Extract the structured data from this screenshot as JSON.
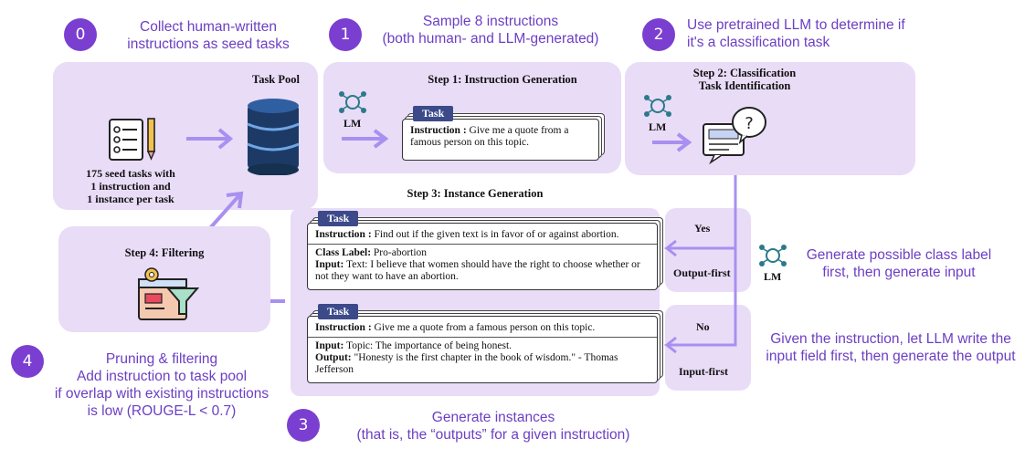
{
  "steps": {
    "s0": {
      "num": "0",
      "caption_l1": "Collect human-written",
      "caption_l2": "instructions as seed tasks"
    },
    "s1": {
      "num": "1",
      "caption_l1": "Sample 8 instructions",
      "caption_l2": "(both human- and LLM-generated)"
    },
    "s2": {
      "num": "2",
      "caption_l1": "Use pretrained LLM to determine if",
      "caption_l2": "it's a classification task"
    },
    "s3": {
      "num": "3",
      "caption_l1": "Generate instances",
      "caption_l2": "(that is, the “outputs” for a given instruction)"
    },
    "s4": {
      "num": "4",
      "caption_l1": "Pruning & filtering",
      "caption_l2": "Add instruction to task pool",
      "caption_l3": "if overlap with existing instructions",
      "caption_l4": "is low (ROUGE-L < 0.7)"
    }
  },
  "task_pool": {
    "title": "Task Pool",
    "seed_l1": "175 seed tasks with",
    "seed_l2": "1 instruction and",
    "seed_l3": "1 instance per task"
  },
  "instruction_generation": {
    "title": "Step 1: Instruction Generation",
    "lm": "LM",
    "tag": "Task",
    "instruction_label": "Instruction :",
    "instruction_text": " Give me a quote from a famous person on this topic."
  },
  "classification": {
    "title_l1": "Step 2: Classification",
    "title_l2": "Task Identification",
    "lm": "LM"
  },
  "instance_generation": {
    "title": "Step 3: Instance Generation",
    "card1": {
      "tag": "Task",
      "instruction_label": "Instruction :",
      "instruction_text": " Find out if the given text is in favor of or against abortion.",
      "class_label": "Class Label:",
      "class_value": " Pro-abortion",
      "input_label": "Input:",
      "input_value": " Text: I believe that women should have the right to choose whether or not they want to have an abortion."
    },
    "card2": {
      "tag": "Task",
      "instruction_label": "Instruction :",
      "instruction_text": " Give me a quote from a famous person on this topic.",
      "input_label": "Input:",
      "input_value": " Topic: The importance of being honest.",
      "output_label": "Output:",
      "output_value": " \"Honesty is the first chapter in the book of wisdom.\" - Thomas Jefferson"
    }
  },
  "filtering": {
    "title": "Step 4: Filtering"
  },
  "branches": {
    "yes": "Yes",
    "output_first": "Output-first",
    "no": "No",
    "input_first": "Input-first",
    "lm": "LM",
    "yes_desc_l1": "Generate possible class label",
    "yes_desc_l2": "first, then generate input",
    "no_desc_l1": "Given the instruction, let LLM write the",
    "no_desc_l2": "input field first, then generate the output"
  },
  "colors": {
    "accent": "#7a3fd0",
    "panel": "#e9dcf7",
    "tag": "#3c4a8a",
    "arrow": "#a98ff0"
  }
}
